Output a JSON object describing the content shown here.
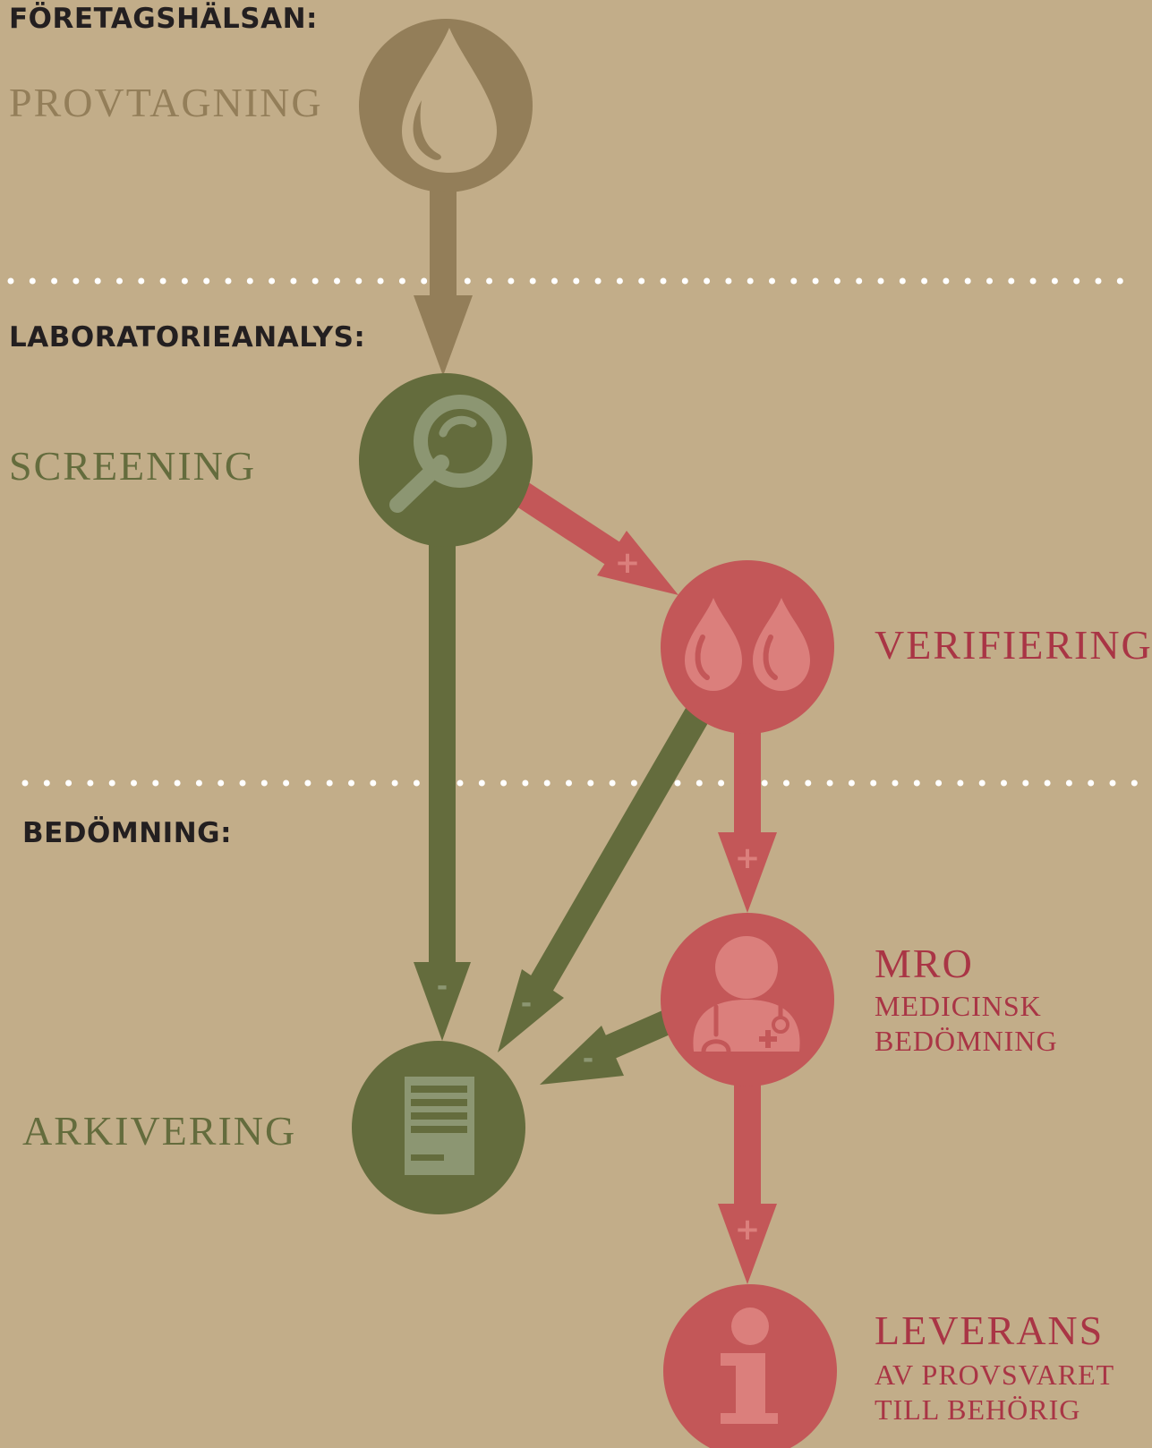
{
  "sections": {
    "company_health": "FÖRETAGSHÄLSAN:",
    "lab_analysis": "LABORATORIEANALYS:",
    "assessment": "BEDÖMNING:"
  },
  "steps": {
    "sampling": {
      "title": "PROVTAGNING",
      "icon": "blood-drop-icon"
    },
    "screening": {
      "title": "SCREENING",
      "icon": "magnifier-icon"
    },
    "verification": {
      "title": "VERIFIERING",
      "icon": "two-drops-icon"
    },
    "mro": {
      "title": "MRO",
      "line1": "MEDICINSK",
      "line2": "BEDÖMNING",
      "icon": "doctor-icon"
    },
    "archiving": {
      "title": "ARKIVERING",
      "icon": "document-icon"
    },
    "delivery": {
      "title": "LEVERANS",
      "line1": "AV PROVSVARET",
      "line2": "TILL BEHÖRIG",
      "icon": "info-icon"
    }
  },
  "arrows": {
    "positive": "+",
    "negative": "-"
  },
  "colors": {
    "background": "#c2ad89",
    "brown": "#937e59",
    "green": "#646c3d",
    "green_icon": "#8c9672",
    "red": "#c35758",
    "red_icon": "#db7f7c",
    "red_text": "#a93545",
    "heading": "#231f20"
  }
}
